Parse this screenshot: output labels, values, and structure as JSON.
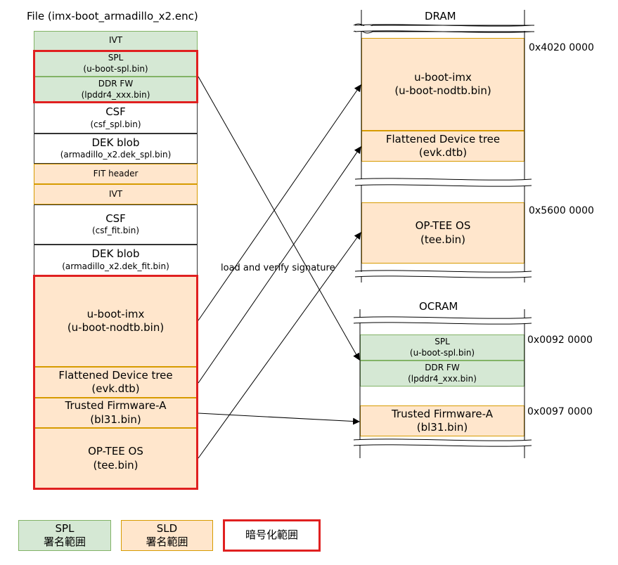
{
  "file": {
    "title": "File (imx-boot_armadillo_x2.enc)",
    "ivt1": "IVT",
    "spl": {
      "name": "SPL",
      "file": "(u-boot-spl.bin)"
    },
    "ddr": {
      "name": "DDR FW",
      "file": "(lpddr4_xxx.bin)"
    },
    "csf1": {
      "name": "CSF",
      "file": "(csf_spl.bin)"
    },
    "dek1": {
      "name": "DEK blob",
      "file": "(armadillo_x2.dek_spl.bin)"
    },
    "fit_header": "FIT header",
    "ivt2": "IVT",
    "csf2": {
      "name": "CSF",
      "file": "(csf_fit.bin)"
    },
    "dek2": {
      "name": "DEK blob",
      "file": "(armadillo_x2.dek_fit.bin)"
    },
    "uboot": {
      "name": "u-boot-imx",
      "file": "(u-boot-nodtb.bin)"
    },
    "fdt": {
      "name": "Flattened Device tree",
      "file": "(evk.dtb)"
    },
    "atf": {
      "name": "Trusted Firmware-A",
      "file": "(bl31.bin)"
    },
    "optee": {
      "name": "OP-TEE OS",
      "file": "(tee.bin)"
    }
  },
  "dram": {
    "title": "DRAM",
    "uboot": {
      "name": "u-boot-imx",
      "file": "(u-boot-nodtb.bin)"
    },
    "fdt": {
      "name": "Flattened Device tree",
      "file": "(evk.dtb)"
    },
    "optee": {
      "name": "OP-TEE OS",
      "file": "(tee.bin)"
    },
    "addr1": "0x4020 0000",
    "addr2": "0x5600 0000"
  },
  "ocram": {
    "title": "OCRAM",
    "spl": {
      "name": "SPL",
      "file": "(u-boot-spl.bin)"
    },
    "ddr": {
      "name": "DDR FW",
      "file": "(lpddr4_xxx.bin)"
    },
    "atf": {
      "name": "Trusted Firmware-A",
      "file": "(bl31.bin)"
    },
    "addr1": "0x0092 0000",
    "addr2": "0x0097 0000"
  },
  "arrow_label": "load and verify signature",
  "legend": {
    "spl": {
      "line1": "SPL",
      "line2": "署名範囲"
    },
    "sld": {
      "line1": "SLD",
      "line2": "署名範囲"
    },
    "enc": "暗号化範囲"
  },
  "colors": {
    "spl_fill": "#d5e8d4",
    "spl_border": "#82b366",
    "sld_fill": "#ffe6cc",
    "sld_border": "#d79b00",
    "encrypt_border": "#e02020"
  }
}
